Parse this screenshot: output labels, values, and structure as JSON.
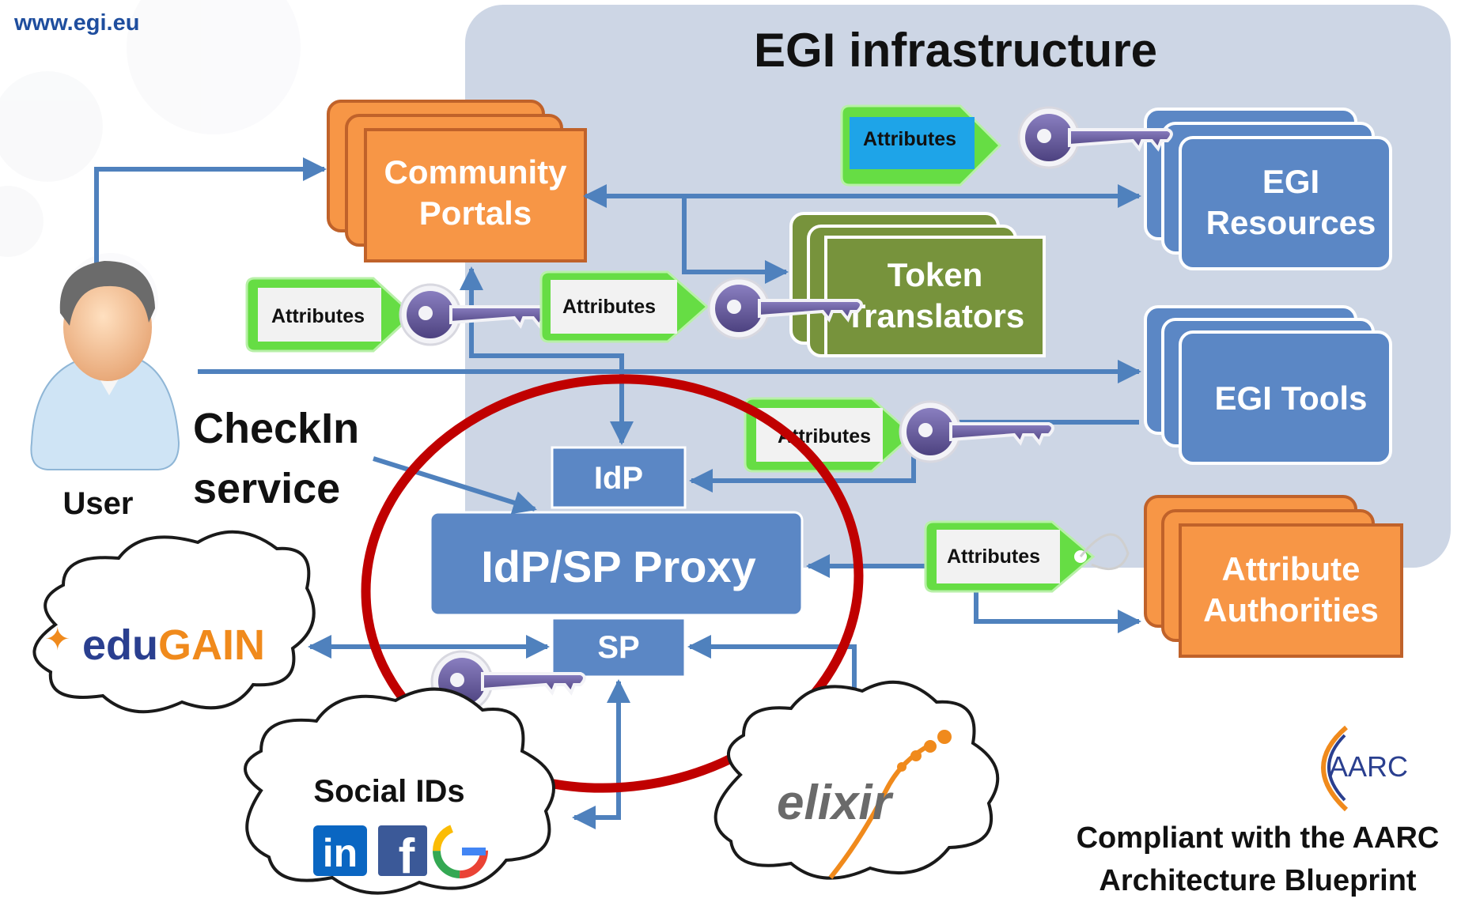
{
  "header": {
    "url": "www.egi.eu"
  },
  "title": "EGI infrastructure",
  "nodes": {
    "community_portals": [
      "Community",
      "Portals"
    ],
    "token_translators": [
      "Token",
      "Translators"
    ],
    "egi_resources": [
      "EGI",
      "Resources"
    ],
    "egi_tools": "EGI Tools",
    "attribute_authorities": [
      "Attribute",
      "Authorities"
    ],
    "idp": "IdP",
    "proxy": "IdP/SP Proxy",
    "sp": "SP",
    "user": "User",
    "checkin": [
      "CheckIn",
      "service"
    ],
    "social_ids": "Social IDs"
  },
  "attribute_tag": "Attributes",
  "logos": {
    "edugain": [
      "edu",
      "GAIN"
    ],
    "elixir": "elixir",
    "aarc": "AARC",
    "linkedin": "in",
    "facebook": "f",
    "google": "G"
  },
  "compliance": [
    "Compliant with the AARC",
    "Architecture Blueprint"
  ],
  "colors": {
    "infra_bg": "#cdd6e5",
    "blue_box": "#5b87c5",
    "orange_box": "#f79646",
    "green_box": "#77933c",
    "arrow": "#4f81bd",
    "tag_green": "#66dd44",
    "key_purple": "#6a5d9e",
    "ellipse_red": "#c00000"
  }
}
